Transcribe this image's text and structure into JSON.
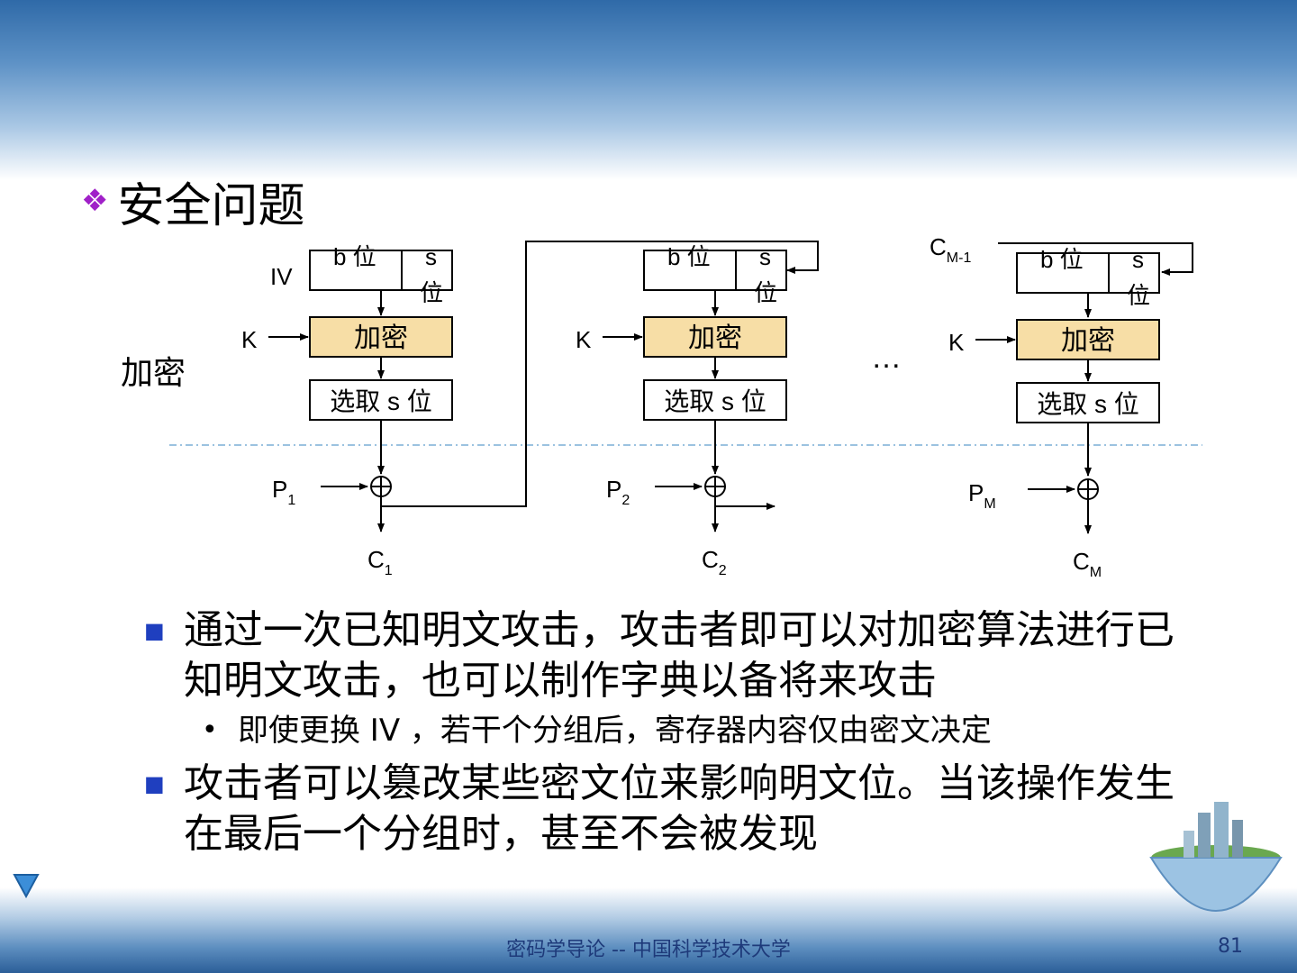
{
  "slide": {
    "title": "安全问题",
    "footer": "密码学导论 -- 中国科学技术大学",
    "page_number": "81"
  },
  "diagram": {
    "side_label": "加密",
    "ellipsis": "…",
    "blocks": [
      {
        "top_input": "IV",
        "reg_b": "b 位",
        "reg_s_1": "s",
        "reg_s_2": "位",
        "key": "K",
        "encrypt": "加密",
        "select": "选取 s 位",
        "plain": "P",
        "plain_sub": "1",
        "cipher": "C",
        "cipher_sub": "1"
      },
      {
        "reg_b": "b 位",
        "reg_s_1": "s",
        "reg_s_2": "位",
        "key": "K",
        "encrypt": "加密",
        "select": "选取 s 位",
        "plain": "P",
        "plain_sub": "2",
        "cipher": "C",
        "cipher_sub": "2"
      },
      {
        "top_input": "C",
        "top_input_sub": "M-1",
        "reg_b": "b 位",
        "reg_s_1": "s",
        "reg_s_2": "位",
        "key": "K",
        "encrypt": "加密",
        "select": "选取 s 位",
        "plain": "P",
        "plain_sub": "M",
        "cipher": "C",
        "cipher_sub": "M"
      }
    ]
  },
  "bullets": [
    {
      "text": "通过一次已知明文攻击，攻击者即可以对加密算法进行已知明文攻击，也可以制作字典以备将来攻击",
      "sub": [
        "即使更换 IV ，若干个分组后，寄存器内容仅由密文决定"
      ]
    },
    {
      "text": "攻击者可以篡改某些密文位来影响明文位。当该操作发生在最后一个分组时，甚至不会被发现",
      "sub": []
    }
  ],
  "colors": {
    "encrypt_fill": "#f7dea6",
    "bullet_marker": "#1f3fbf",
    "title_marker": "#a020c8",
    "dashed_line": "#7aaed6"
  }
}
